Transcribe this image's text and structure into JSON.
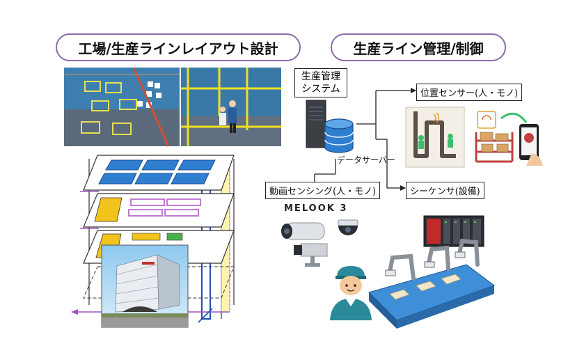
{
  "left_panel": {
    "title": "工場/生産ラインレイアウト設計"
  },
  "right_panel": {
    "title": "生産ライン管理/制御",
    "system_label_line1": "生産管理",
    "system_label_line2": "システム",
    "data_server_label": "データサーバー",
    "position_sensor_label": "位置センサー(人・モノ)",
    "video_sensing_label": "動画センシング(人・モノ)",
    "sequencer_label": "シーケンサ(設備)",
    "melook_label": "MELOOK 3"
  },
  "colors": {
    "pill_border": "#8a6aa8",
    "floor_blue": "#2f7fd0",
    "floor_purple": "#c07ad0",
    "floor_yellow": "#f1c31c",
    "floor_green": "#49b24a",
    "screenshot_bg": "#3f7fb0"
  }
}
